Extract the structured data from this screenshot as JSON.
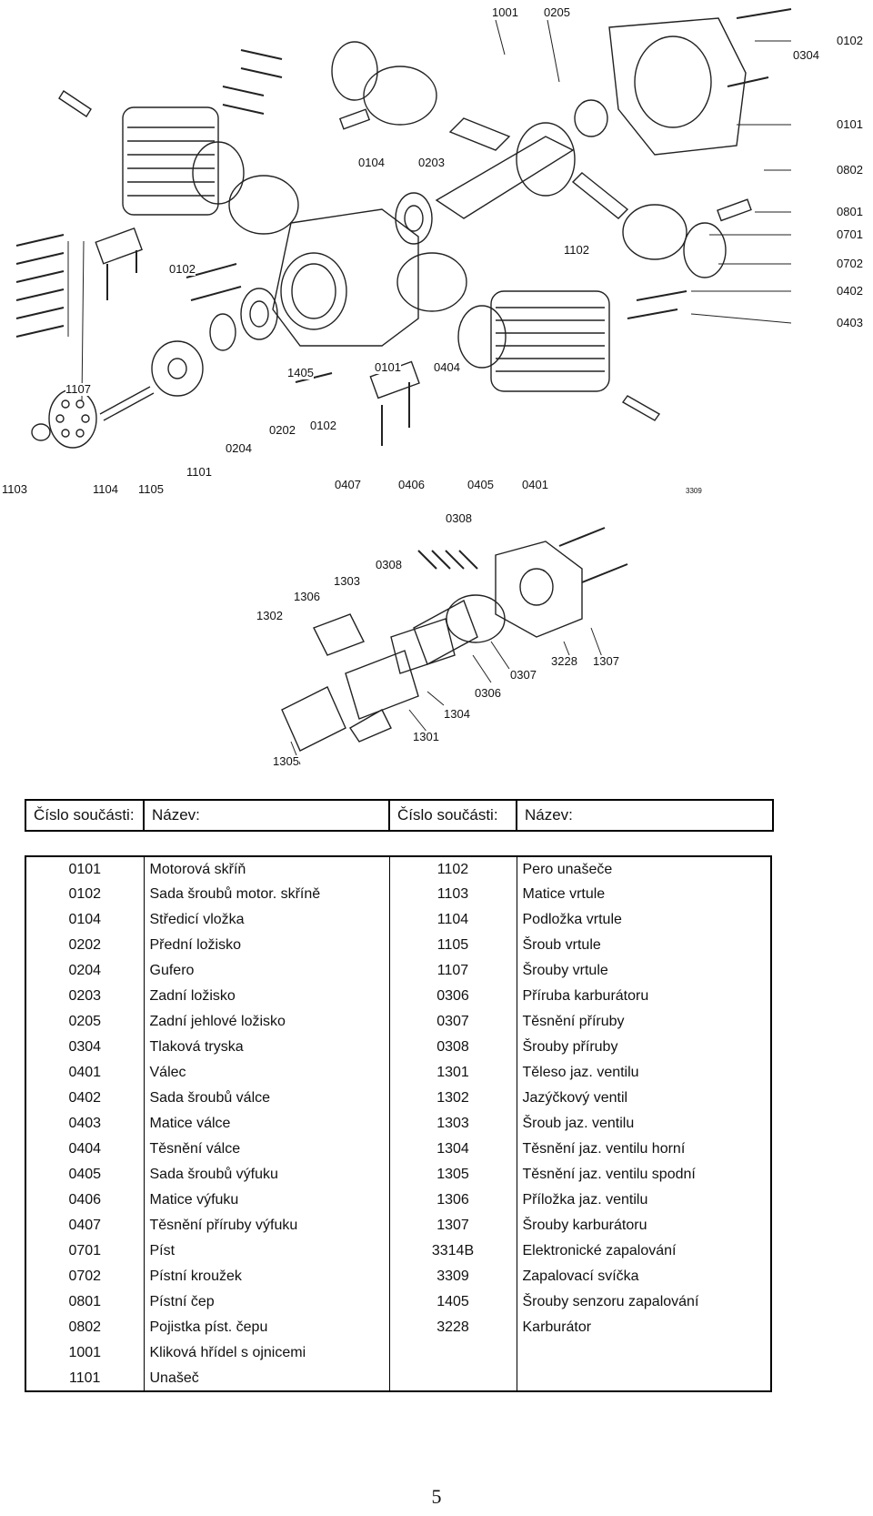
{
  "diagram": {
    "callouts": [
      "1001",
      "0205",
      "0102",
      "0304",
      "0101",
      "0802",
      "0801",
      "0701",
      "0702",
      "0402",
      "0403",
      "0104",
      "0203",
      "1102",
      "0102",
      "1405",
      "0101",
      "0404",
      "1107",
      "0204",
      "0202",
      "0102",
      "1101",
      "1103",
      "1104",
      "1105",
      "0407",
      "0406",
      "0405",
      "0401",
      "3309",
      "0308",
      "0308",
      "1303",
      "1306",
      "1302",
      "3228",
      "1307",
      "0307",
      "0306",
      "1304",
      "1301",
      "1305"
    ]
  },
  "table": {
    "headers": [
      "Číslo součásti:",
      "Název:",
      "Číslo součásti:",
      "Název:"
    ],
    "rows": [
      [
        "0101",
        "Motorová skříň",
        "1102",
        "Pero unašeče"
      ],
      [
        "0102",
        "Sada šroubů motor. skříně",
        "1103",
        "Matice vrtule"
      ],
      [
        "0104",
        "Středicí vložka",
        "1104",
        "Podložka vrtule"
      ],
      [
        "0202",
        "Přední ložisko",
        "1105",
        "Šroub vrtule"
      ],
      [
        "0204",
        "Gufero",
        "1107",
        "Šrouby vrtule"
      ],
      [
        "0203",
        "Zadní ložisko",
        "0306",
        "Příruba karburátoru"
      ],
      [
        "0205",
        "Zadní jehlové ložisko",
        "0307",
        "Těsnění příruby"
      ],
      [
        "0304",
        "Tlaková tryska",
        "0308",
        "Šrouby příruby"
      ],
      [
        "0401",
        "Válec",
        "1301",
        "Těleso jaz. ventilu"
      ],
      [
        "0402",
        "Sada šroubů válce",
        "1302",
        "Jazýčkový ventil"
      ],
      [
        "0403",
        "Matice válce",
        "1303",
        "Šroub jaz. ventilu"
      ],
      [
        "0404",
        "Těsnění válce",
        "1304",
        "Těsnění jaz. ventilu horní"
      ],
      [
        "0405",
        "Sada šroubů výfuku",
        "1305",
        "Těsnění jaz. ventilu spodní"
      ],
      [
        "0406",
        "Matice výfuku",
        "1306",
        "Příložka jaz. ventilu"
      ],
      [
        "0407",
        "Těsnění příruby výfuku",
        "1307",
        "Šrouby karburátoru"
      ],
      [
        "0701",
        "Píst",
        "3314B",
        "Elektronické zapalování"
      ],
      [
        "0702",
        "Pístní kroužek",
        "3309",
        "Zapalovací svíčka"
      ],
      [
        "0801",
        "Pístní čep",
        "1405",
        "Šrouby senzoru zapalování"
      ],
      [
        "0802",
        "Pojistka píst. čepu",
        "3228",
        "Karburátor"
      ],
      [
        "1001",
        "Kliková hřídel s ojnicemi",
        "",
        ""
      ],
      [
        "1101",
        "Unašeč",
        "",
        ""
      ]
    ]
  },
  "page_number": "5"
}
